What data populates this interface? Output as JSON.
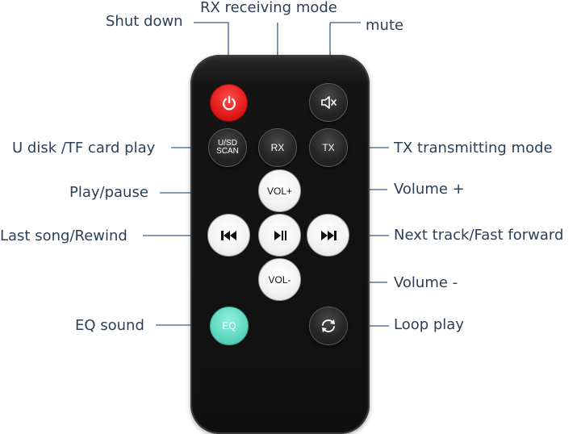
{
  "labels": {
    "shut_down": "Shut down",
    "rx_mode": "RX receiving mode",
    "mute": "mute",
    "usb_tf": "U disk /TF card play",
    "tx_mode": "TX transmitting mode",
    "play_pause": "Play/pause",
    "volume_up": "Volume +",
    "last_song": "Last song/Rewind",
    "next_track": "Next track/Fast forward",
    "volume_down": "Volume -",
    "eq_sound": "EQ sound",
    "loop_play": "Loop play"
  },
  "buttons": {
    "usb_line1": "U/SD",
    "usb_line2": "SCAN",
    "rx": "RX",
    "tx": "TX",
    "vol_up": "VOL+",
    "vol_down": "VOL-",
    "eq": "EQ"
  },
  "colors": {
    "label_text": "#2b3f57",
    "leader_line": "#5b7a99",
    "power_button": "#e11b1b",
    "eq_button": "#5fd8c0",
    "remote_body": "#111111"
  },
  "icons": {
    "power": "power-icon",
    "mute": "speaker-mute-icon",
    "previous": "skip-previous-icon",
    "play_pause": "play-pause-icon",
    "next": "skip-next-icon",
    "loop": "loop-icon"
  }
}
